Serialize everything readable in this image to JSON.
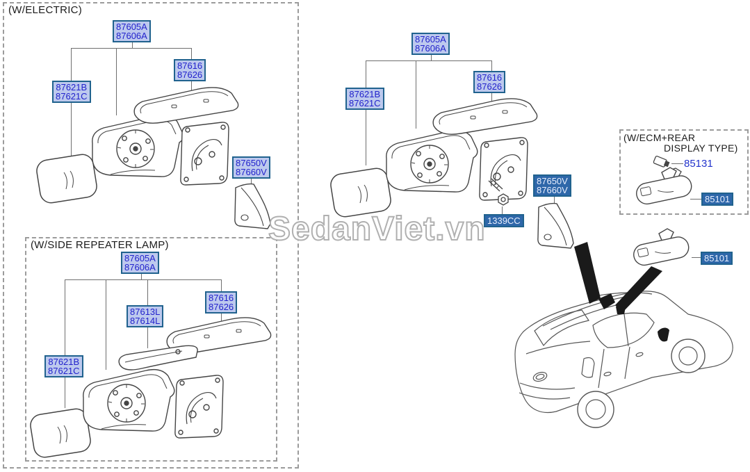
{
  "titles": {
    "electric": "(W/ELECTRIC)",
    "repeater": "(W/SIDE REPEATER LAMP)",
    "ecm_line1": "(W/ECM+REAR",
    "ecm_line2": "DISPLAY TYPE)"
  },
  "watermark": "SedanViet.vn",
  "labels": {
    "s1_87605": [
      "87605A",
      "87606A"
    ],
    "s1_87616": [
      "87616",
      "87626"
    ],
    "s1_87621": [
      "87621B",
      "87621C"
    ],
    "s1_87650": [
      "87650V",
      "87660V"
    ],
    "s2_87605": [
      "87605A",
      "87606A"
    ],
    "s2_87613": [
      "87613L",
      "87614L"
    ],
    "s2_87616": [
      "87616",
      "87626"
    ],
    "s2_87621": [
      "87621B",
      "87621C"
    ],
    "s3_87605": [
      "87605A",
      "87606A"
    ],
    "s3_87621": [
      "87621B",
      "87621C"
    ],
    "s3_87616": [
      "87616",
      "87626"
    ],
    "s3_87650": [
      "87650V",
      "87660V"
    ],
    "s3_1339": [
      "1339CC"
    ],
    "ecm_85131": "85131",
    "ecm_85101": [
      "85101"
    ],
    "int_85101": [
      "85101"
    ]
  },
  "colors": {
    "label_text": "#2222cc",
    "label_bg": "#bdc9ee",
    "label_border": "#20628e",
    "highlight_bg": "#2e67a9",
    "highlight_text": "#e9efff",
    "connector": "#6e6e6e",
    "draw": "#444444",
    "dash": "#9b9b9b",
    "watermark_outline": "#b0b0b0"
  }
}
